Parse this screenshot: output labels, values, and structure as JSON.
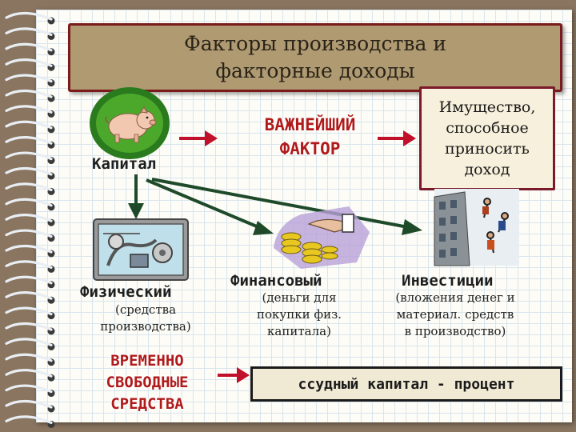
{
  "title": {
    "line1": "Факторы производства и",
    "line2": "факторные доходы"
  },
  "capital_label": "Капитал",
  "key_factor": {
    "line1": "ВАЖНЕЙШИЙ",
    "line2": "ФАКТОР"
  },
  "property_box": {
    "line1": "Имущество,",
    "line2": "способное",
    "line3": "приносить",
    "line4": "доход"
  },
  "physical": {
    "label": "Физический",
    "desc_line1": "(средства",
    "desc_line2": "производства)"
  },
  "financial": {
    "label": "Финансовый",
    "desc_line1": "(деньги для",
    "desc_line2": "покупки физ.",
    "desc_line3": "капитала)"
  },
  "investments": {
    "label": "Инвестиции",
    "desc_line1": "(вложения денег и",
    "desc_line2": "материал. средств",
    "desc_line3": "в производство)"
  },
  "free_funds": {
    "line1": "ВРЕМЕННО",
    "line2": "СВОБОДНЫЕ",
    "line3": "СРЕДСТВА"
  },
  "loan_capital": "ссудный капитал - процент",
  "colors": {
    "title_bg": "#b09a72",
    "accent_red": "#c0102a",
    "arrow_green": "#1e4a2a",
    "paper": "#fdfcf6"
  },
  "icons": [
    "pig-icon",
    "machinery-icon",
    "money-hand-icon",
    "investors-icon"
  ]
}
